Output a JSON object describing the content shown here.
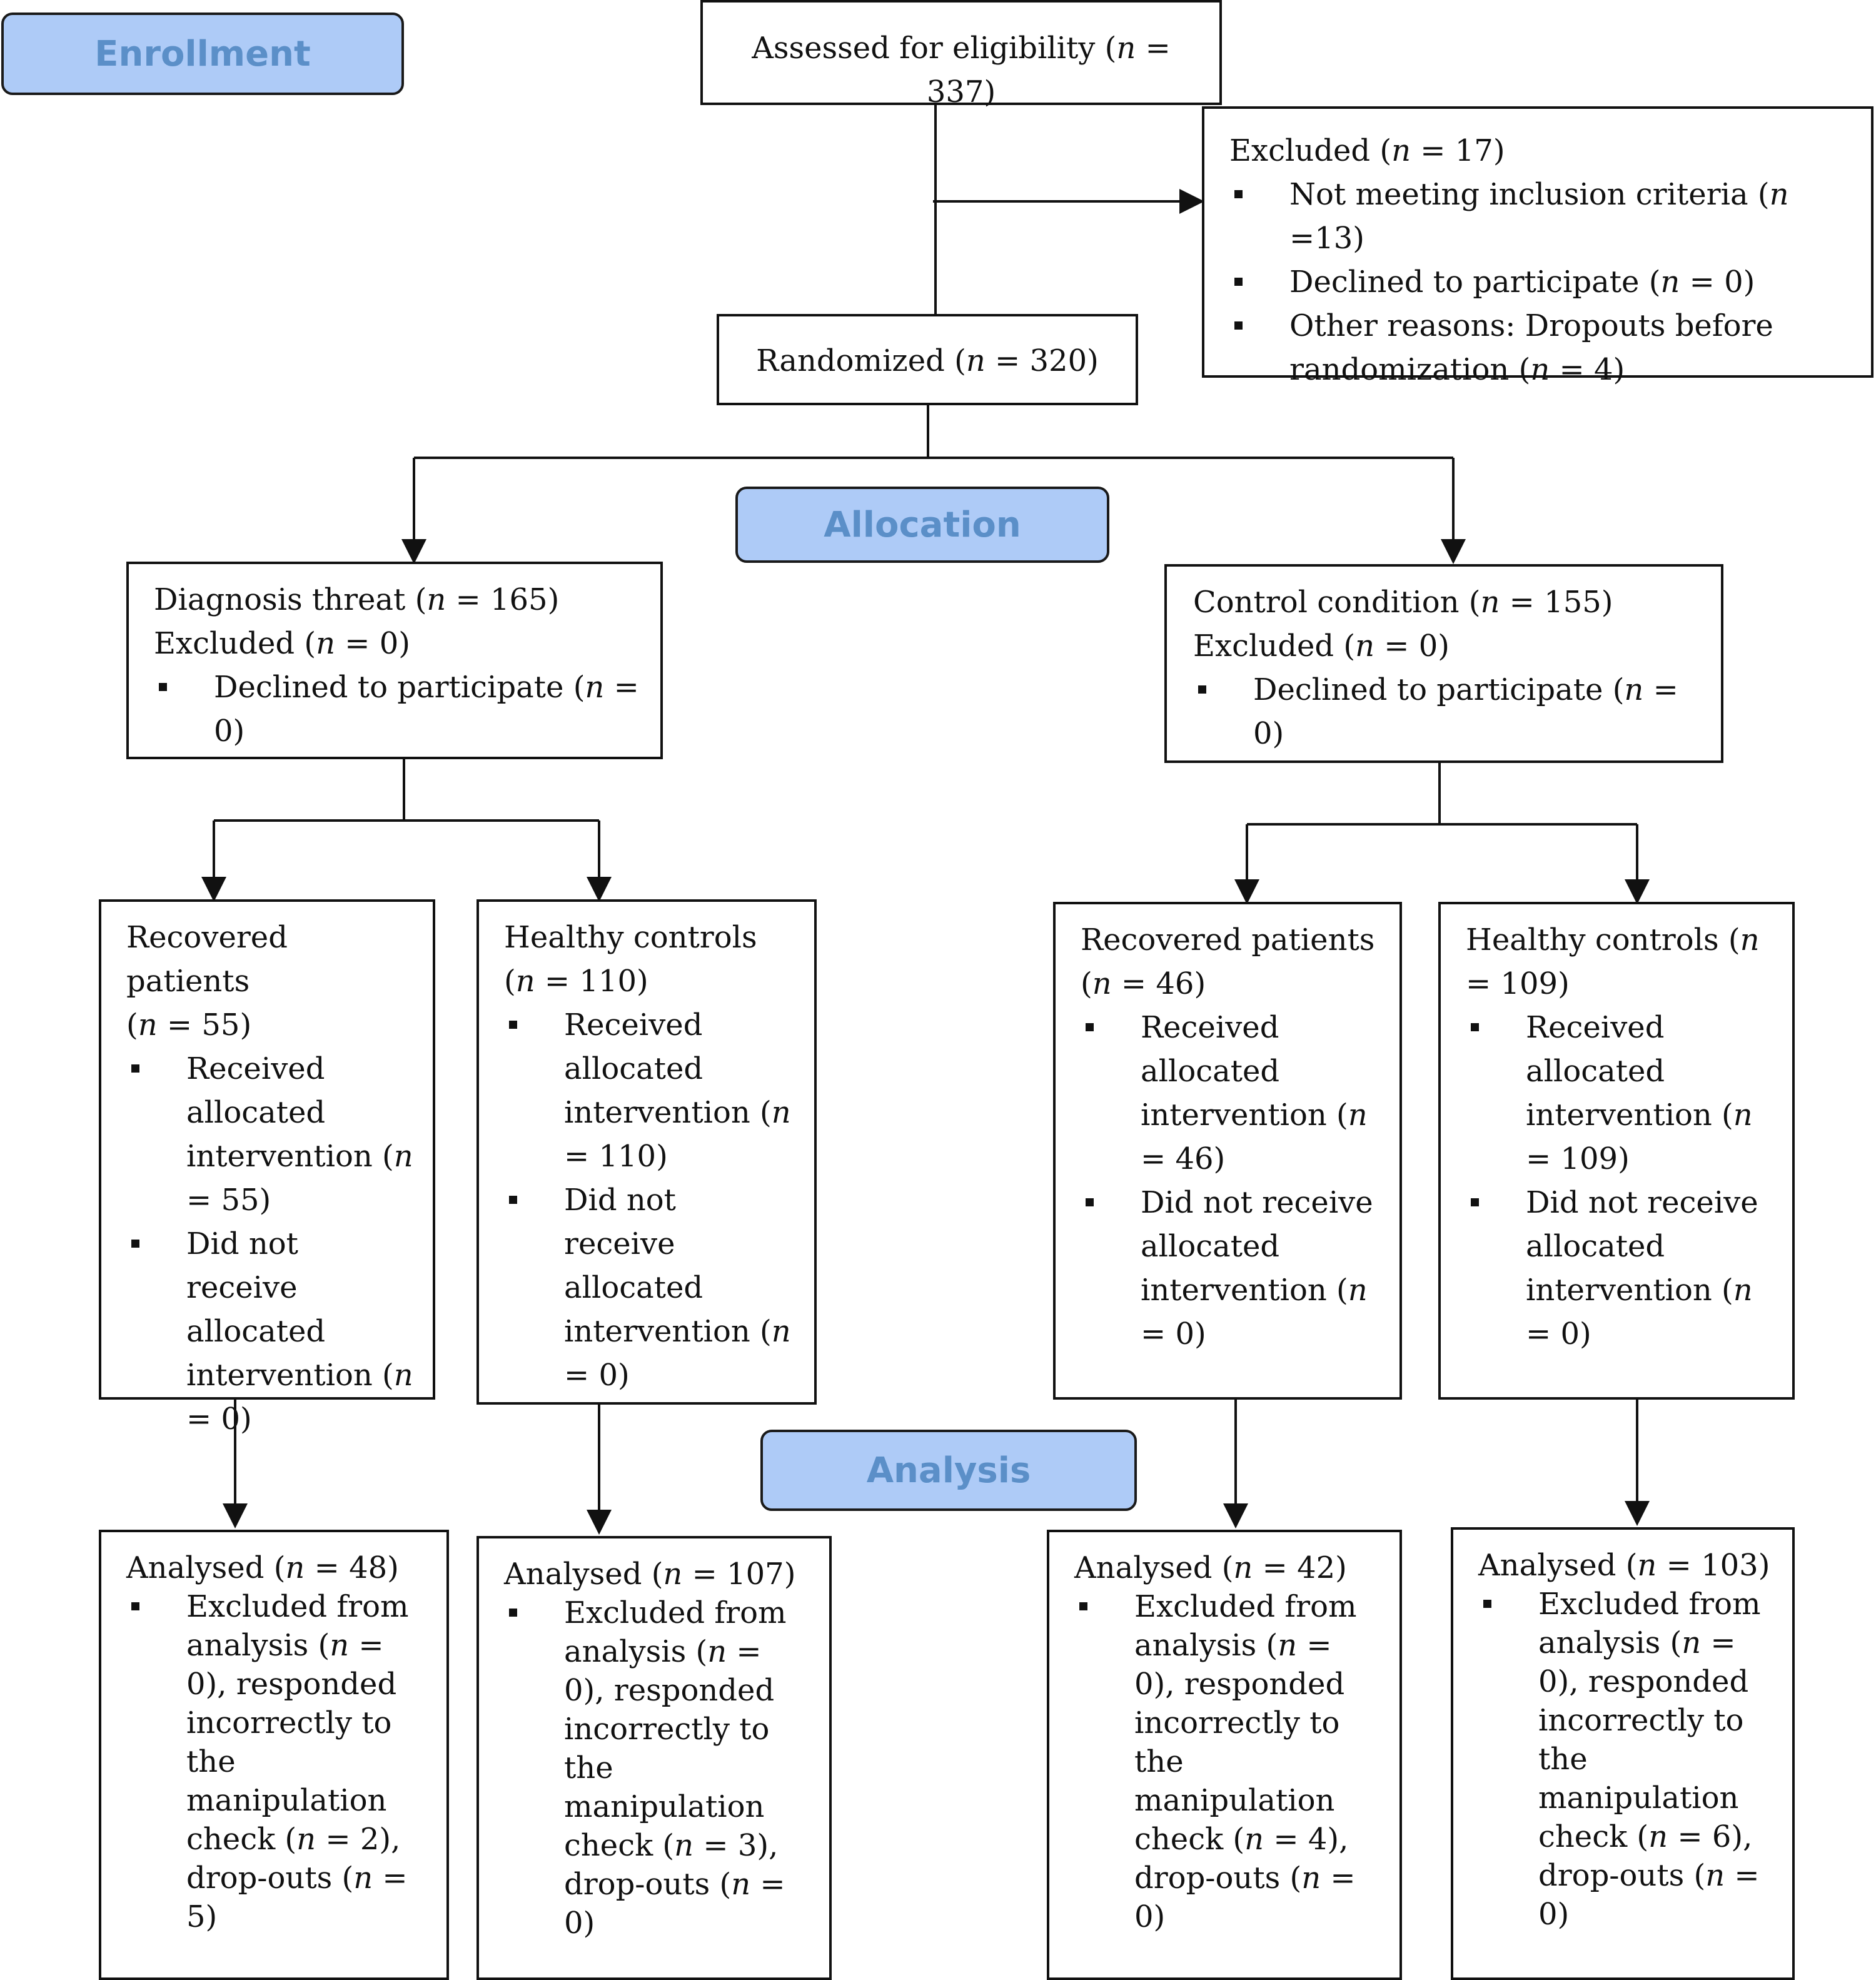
{
  "phases": {
    "enrollment": "Enrollment",
    "allocation": "Allocation",
    "analysis": "Analysis"
  },
  "assessed": {
    "prefix": "Assessed for eligibility (",
    "suffix": " = 337)"
  },
  "excluded": {
    "title_prefix": "Excluded (",
    "title_suffix": " = 17)",
    "items": [
      {
        "prefix": "Not meeting inclusion criteria (",
        "suffix": " =13)"
      },
      {
        "prefix": "Declined to participate (",
        "suffix": " = 0)"
      },
      {
        "text1": "Other reasons: Dropouts before",
        "prefix": "randomization (",
        "suffix": " = 4)"
      }
    ]
  },
  "randomized": {
    "prefix": "Randomized (",
    "suffix": " = 320)"
  },
  "diagnosis": {
    "title_prefix": "Diagnosis threat (",
    "title_suffix": " = 165)",
    "excluded_prefix": "Excluded (",
    "excluded_suffix": " = 0)",
    "item_prefix": "Declined to participate (",
    "item_suffix": " = 0)"
  },
  "control": {
    "title_prefix": "Control condition (",
    "title_suffix": " = 155)",
    "excluded_prefix": "Excluded (",
    "excluded_suffix": " = 0)",
    "item_prefix": "Declined to participate (",
    "item_suffix": " = 0)"
  },
  "groups": {
    "rp1": {
      "head1": "Recovered patients",
      "head2_prefix": "(",
      "head2_suffix": " = 55)",
      "rec_text": "Received allocated intervention (",
      "rec_suffix": " = 55)",
      "not_text": "Did not receive allocated intervention (",
      "not_suffix": " = 0)"
    },
    "hc1": {
      "head_prefix": "Healthy controls (",
      "head_suffix": " = 110)",
      "rec_text": "Received allocated intervention (",
      "rec_suffix": " = 110)",
      "not_text": "Did not receive allocated intervention (",
      "not_suffix": " = 0)"
    },
    "rp2": {
      "head1": "Recovered patients",
      "head2_prefix": "(",
      "head2_suffix": " = 46)",
      "rec_text": "Received allocated intervention (",
      "rec_suffix": " = 46)",
      "not_text": "Did not receive allocated intervention (",
      "not_suffix": " = 0)"
    },
    "hc2": {
      "head_prefix": "Healthy controls (",
      "head_suffix": " = 109)",
      "rec_text": "Received allocated intervention (",
      "rec_suffix": " = 109)",
      "not_text": "Did not receive allocated intervention (",
      "not_suffix": " = 0)"
    }
  },
  "analysed": {
    "rp1": {
      "head_prefix": "Analysed (",
      "head_suffix": " = 48)",
      "t1": "Excluded from analysis (",
      "t2": " = 0), responded incorrectly to the manipulation check (",
      "t3": " = 2), drop-outs (",
      "t4": " = 5)"
    },
    "hc1": {
      "head_prefix": "Analysed (",
      "head_suffix": " = 107)",
      "t1": "Excluded from analysis (",
      "t2": " = 0), responded incorrectly to the manipulation check (",
      "t3": " = 3), drop-outs (",
      "t4": " = 0)"
    },
    "rp2": {
      "head_prefix": "Analysed (",
      "head_suffix": " = 42)",
      "t1": "Excluded from analysis (",
      "t2": " = 0), responded incorrectly to the manipulation check (",
      "t3": " = 4), drop-outs (",
      "t4": " = 0)"
    },
    "hc2": {
      "head_prefix": "Analysed (",
      "head_suffix": " = 103)",
      "t1": "Excluded from analysis (",
      "t2": " = 0), responded incorrectly to the manipulation check (",
      "t3": " = 6), drop-outs (",
      "t4": " = 0)"
    }
  },
  "n_symbol": "n",
  "colors": {
    "phase_fill": "#aecbf7",
    "phase_text": "#5b8fc8",
    "line": "#111111"
  }
}
